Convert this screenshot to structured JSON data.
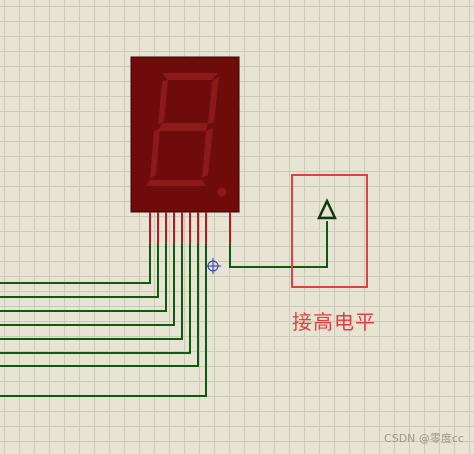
{
  "annotation": {
    "label": "接高电平",
    "color": "#e04040"
  },
  "watermark": "CSDN @零度cc",
  "display_component": {
    "type": "7-segment-display",
    "body_color": "#6e0b0b",
    "segment_color": "#8c1a1a",
    "pin_color": "#b81818"
  },
  "wire_color": "#0e5a0e",
  "icons": {
    "cursor": "crosshair-icon",
    "terminal": "power-terminal-arrow-icon"
  }
}
